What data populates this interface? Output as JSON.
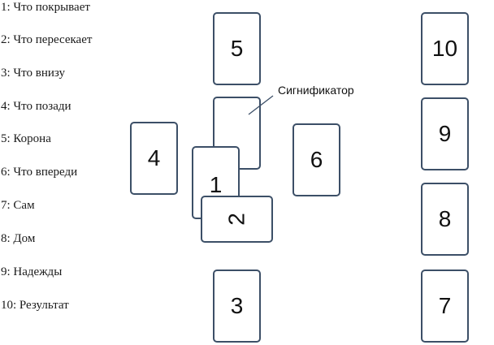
{
  "legend": {
    "items": [
      "1: Что покрывает",
      "2: Что пересекает",
      "3: Что внизу",
      "4: Что позади",
      "5: Корона",
      "6: Что впереди",
      "7: Сам",
      "8: Дом",
      "9: Надежды",
      "10: Результат"
    ]
  },
  "cards": {
    "c1": "1",
    "c2": "2",
    "c3": "3",
    "c4": "4",
    "c5": "5",
    "c6": "6",
    "c7": "7",
    "c8": "8",
    "c9": "9",
    "c10": "10"
  },
  "signifier": {
    "label": "Сигнификатор"
  },
  "colors": {
    "card_border": "#3c4f67",
    "text": "#111111"
  }
}
